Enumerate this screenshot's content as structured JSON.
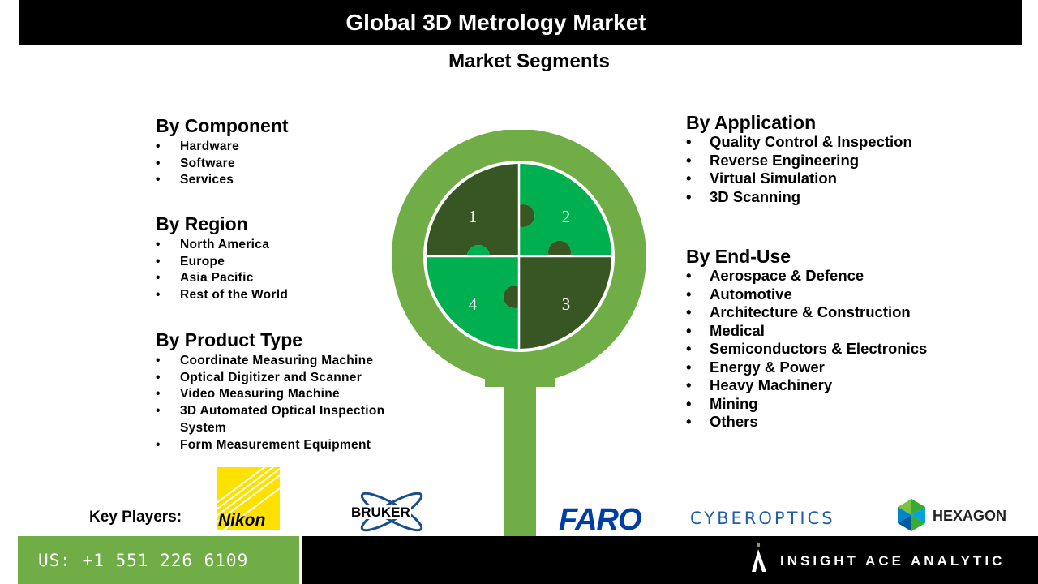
{
  "header": {
    "title": "Global 3D Metrology Market",
    "subtitle": "Market Segments"
  },
  "segments": {
    "component": {
      "title": "By Component",
      "items": [
        "Hardware",
        "Software",
        "Services"
      ]
    },
    "region": {
      "title": "By Region",
      "items": [
        "North America",
        "Europe",
        "Asia Pacific",
        "Rest of the World"
      ]
    },
    "product_type": {
      "title": "By Product Type",
      "items": [
        "Coordinate Measuring Machine",
        "Optical Digitizer and Scanner",
        "Video Measuring Machine",
        "3D Automated Optical Inspection System",
        "Form Measurement Equipment"
      ]
    },
    "application": {
      "title": "By Application",
      "items": [
        "Quality Control & Inspection",
        "Reverse Engineering",
        "Virtual Simulation",
        "3D Scanning"
      ]
    },
    "end_use": {
      "title": "By End-Use",
      "items": [
        "Aerospace & Defence",
        "Automotive",
        "Architecture & Construction",
        "Medical",
        "Semiconductors & Electronics",
        "Energy & Power",
        "Heavy Machinery",
        "Mining",
        "Others"
      ]
    }
  },
  "puzzle": {
    "pieces": [
      "1",
      "2",
      "3",
      "4"
    ]
  },
  "key_players": {
    "label": "Key Players:",
    "logos": [
      "Nikon",
      "BRUKER",
      "FARO",
      "CYBEROPTICS",
      "HEXAGON"
    ]
  },
  "footer": {
    "phone": "US: +1 551 226 6109",
    "brand": "INSIGHT ACE ANALYTIC"
  },
  "colors": {
    "ring": "#70ad47",
    "dark_piece": "#375623",
    "bright_piece": "#00b050",
    "phone_bg": "#70ad47",
    "footer_bg": "#000000",
    "faro_blue": "#003da5",
    "hexagon_green": "#3aaa35",
    "hexagon_blue": "#0085c8",
    "nikon_yellow": "#ffe100"
  },
  "icons": [
    "magnifying-glass-icon",
    "puzzle-icon",
    "nikon-logo",
    "bruker-atom-logo",
    "faro-logo",
    "cyberoptics-logo",
    "hexagon-logo",
    "insightace-logo"
  ]
}
